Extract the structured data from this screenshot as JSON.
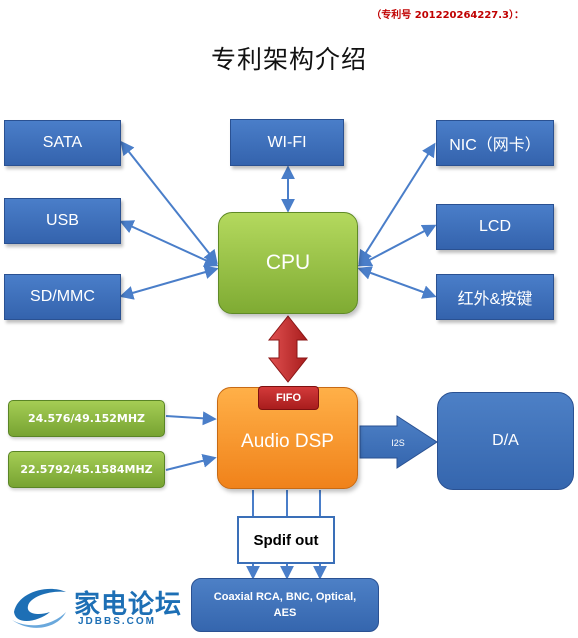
{
  "header": {
    "patent_number": "（专利号 201220264227.3）：",
    "title": "专利架构介绍"
  },
  "nodes": {
    "sata": "SATA",
    "wifi": "WI-FI",
    "nic": "NIC（网卡）",
    "usb": "USB",
    "lcd": "LCD",
    "sdmmc": "SD/MMC",
    "ir_keys": "红外&按键",
    "cpu": "CPU",
    "fifo": "FIFO",
    "audio_dsp": "Audio DSP",
    "osc1": "24.576/49.152MHZ",
    "osc2": "22.5792/45.1584MHZ",
    "da": "D/A",
    "arrow_label": "I2S",
    "spdif": "Spdif out",
    "outputs": "Coaxial RCA, BNC, Optical,\nAES"
  },
  "logo": {
    "name": "家电论坛",
    "domain": "JDBBS.COM"
  },
  "colors": {
    "blue_box": "#3a6fb8",
    "cpu_green": "#8fbc3f",
    "dsp_orange": "#f79433",
    "fifo_red": "#c0282d",
    "connector_arrow": "#4a7ec9",
    "bus_arrow": "#c0282d"
  }
}
